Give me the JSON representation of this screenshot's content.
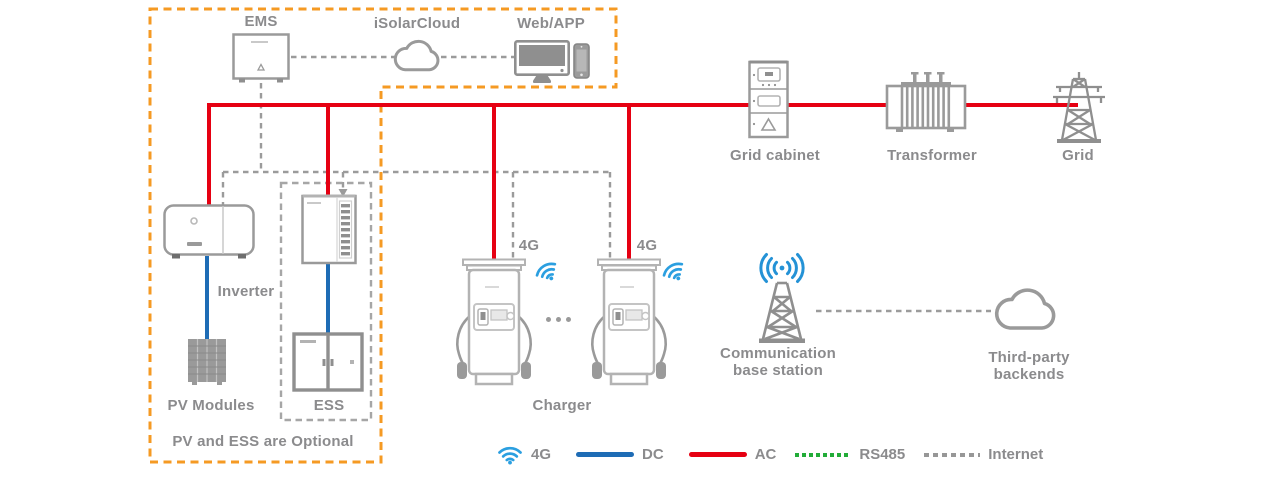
{
  "labels": {
    "ems": "EMS",
    "isolarcloud": "iSolarCloud",
    "webapp": "Web/APP",
    "grid_cabinet": "Grid cabinet",
    "transformer": "Transformer",
    "grid": "Grid",
    "inverter": "Inverter",
    "pv_modules": "PV Modules",
    "ess": "ESS",
    "optional_note": "PV and ESS are Optional",
    "charger": "Charger",
    "charger1_4g": "4G",
    "charger2_4g": "4G",
    "base_station_line1": "Communication",
    "base_station_line2": "base station",
    "backends_line1": "Third-party",
    "backends_line2": "backends"
  },
  "legend": {
    "items": [
      {
        "label": "4G",
        "symbol": "wifi-icon",
        "color": "#2b9fe0"
      },
      {
        "label": "DC",
        "symbol": "solid-line",
        "color": "#1e6cb5"
      },
      {
        "label": "AC",
        "symbol": "solid-line",
        "color": "#e60012"
      },
      {
        "label": "RS485",
        "symbol": "dashed-line",
        "color": "#22ac38"
      },
      {
        "label": "Internet",
        "symbol": "dashed-line",
        "color": "#979797"
      }
    ]
  },
  "colors": {
    "ac_line": "#e60012",
    "dc_line": "#1e6cb5",
    "rs485_line": "#22ac38",
    "internet_line": "#979797",
    "optional_border": "#f59a23",
    "wifi_icon": "#2b9fe0",
    "label_text": "#8b8b8d"
  }
}
